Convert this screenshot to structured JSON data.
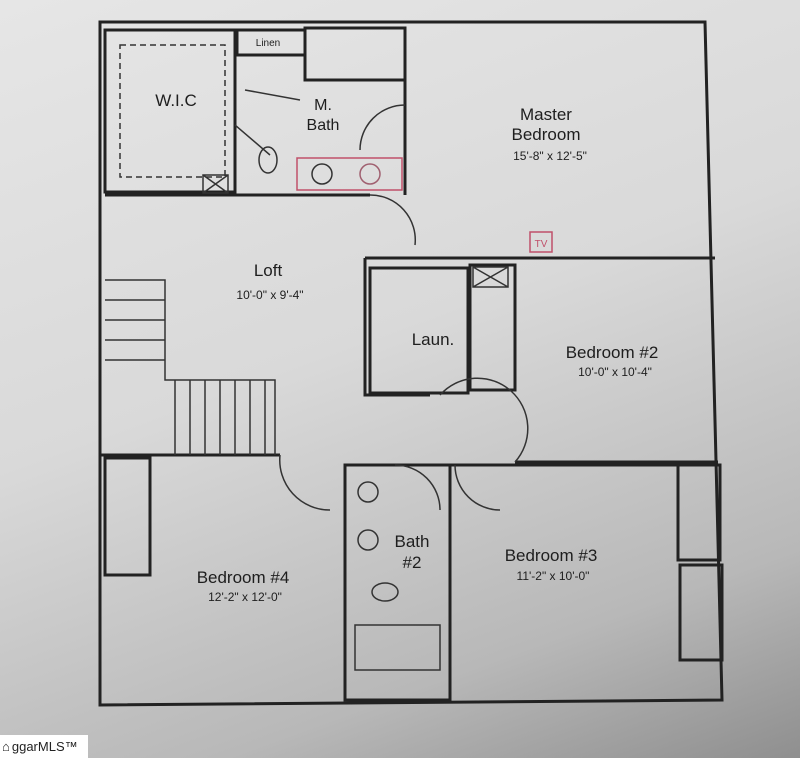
{
  "rooms": {
    "wic": {
      "name": "W.I.C"
    },
    "linen": {
      "name": "Linen"
    },
    "master_bath": {
      "line1": "M.",
      "line2": "Bath"
    },
    "master_bedroom": {
      "line1": "Master",
      "line2": "Bedroom",
      "dims": "15'-8\" x 12'-5\""
    },
    "tv": {
      "name": "TV"
    },
    "loft": {
      "name": "Loft",
      "dims": "10'-0\" x 9'-4\""
    },
    "laundry": {
      "name": "Laun."
    },
    "bedroom2": {
      "name": "Bedroom #2",
      "dims": "10'-0\" x 10'-4\""
    },
    "bedroom4": {
      "name": "Bedroom #4",
      "dims": "12'-2\" x 12'-0\""
    },
    "bath2": {
      "line1": "Bath",
      "line2": "#2"
    },
    "bedroom3": {
      "name": "Bedroom #3",
      "dims": "11'-2\" x 10'-0\""
    }
  },
  "watermark": {
    "text": "ggarMLS™"
  },
  "colors": {
    "wall": "#222222",
    "paper": "#e2e2e2",
    "accent_fixture": "#c0506a"
  }
}
